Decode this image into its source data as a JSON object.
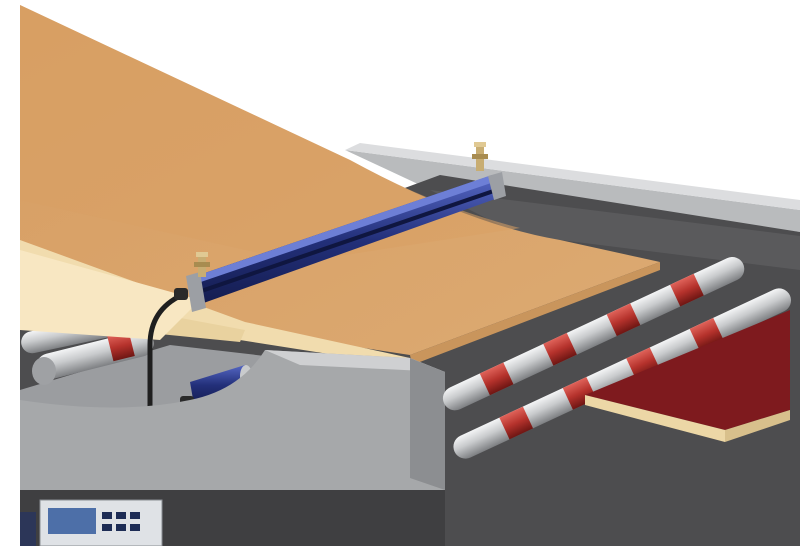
{
  "colors": {
    "background": "#ffffff",
    "board": "#dca468",
    "board_shadow": "#c18a51",
    "board_edge": "#f5deb0",
    "bed_dark": "#4d4d4f",
    "frame_gray": "#a6a8aa",
    "frame_light": "#cfd0d2",
    "ionizer_bar": "#23307a",
    "ionizer_highlight": "#4658b8",
    "roller_steel": "#d4d6d8",
    "roller_band": "#b5322c",
    "red_panel": "#7e1a1e",
    "panel_core": "#ecd7a6",
    "brass": "#c8ad72",
    "cable": "#1f1f1f",
    "controller_body": "#dfe2e6",
    "controller_screen": "#4d6fa8"
  },
  "scene": {
    "items": [
      {
        "name": "wooden-board",
        "icon": "board-sheet"
      },
      {
        "name": "ionizer-bar-upper",
        "icon": "static-bar"
      },
      {
        "name": "ionizer-bar-lower",
        "icon": "static-bar"
      },
      {
        "name": "conveyor-rollers",
        "icon": "roller"
      },
      {
        "name": "red-panel",
        "icon": "laminate-panel"
      },
      {
        "name": "control-unit",
        "icon": "controller"
      }
    ]
  }
}
